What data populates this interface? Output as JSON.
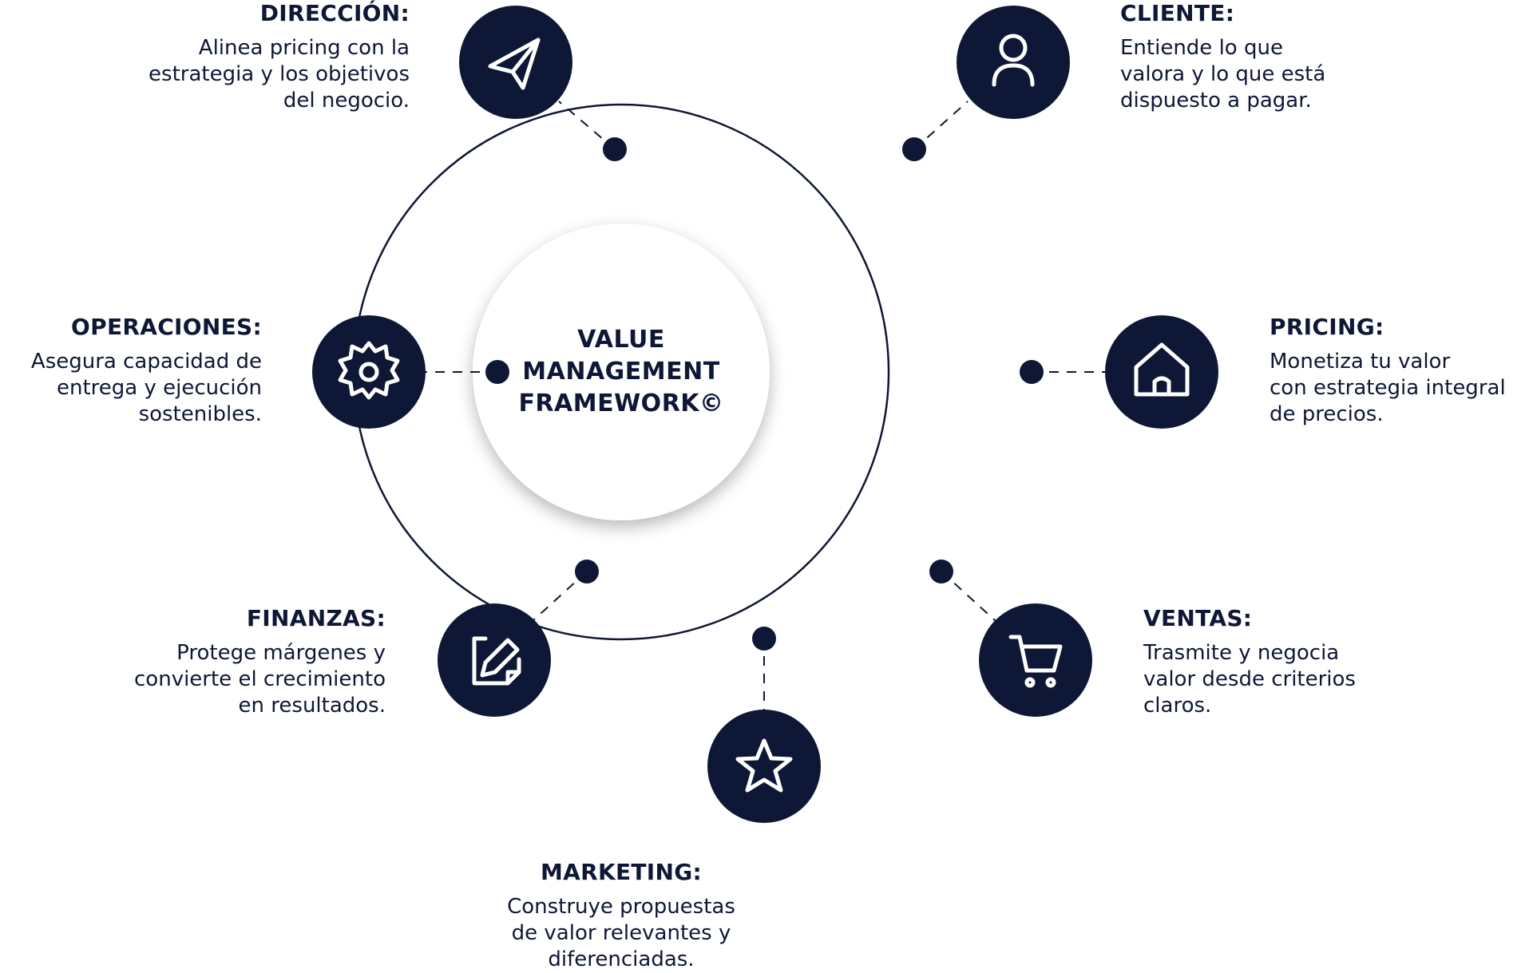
{
  "framework": {
    "title_lines": [
      "VALUE",
      "MANAGEMENT",
      "FRAMEWORK©"
    ]
  },
  "colors": {
    "navy": "#0e1735",
    "ring_fill": "#ffffff",
    "icon_stroke": "#ffffff"
  },
  "nodes": [
    {
      "id": "direccion",
      "heading": "DIRECCIÓN:",
      "lines": [
        "Alinea pricing con la",
        "estrategia y los objetivos",
        "del negocio."
      ],
      "icon": "paper-plane-icon"
    },
    {
      "id": "cliente",
      "heading": "CLIENTE:",
      "lines": [
        "Entiende lo que",
        "valora y lo que está",
        "dispuesto a pagar."
      ],
      "icon": "user-icon"
    },
    {
      "id": "operaciones",
      "heading": "OPERACIONES:",
      "lines": [
        "Asegura capacidad de",
        "entrega y ejecución",
        "sostenibles."
      ],
      "icon": "gear-icon"
    },
    {
      "id": "pricing",
      "heading": "PRICING:",
      "lines": [
        "Monetiza tu valor",
        "con estrategia integral",
        "de precios."
      ],
      "icon": "home-icon"
    },
    {
      "id": "finanzas",
      "heading": "FINANZAS:",
      "lines": [
        "Protege márgenes y",
        "convierte el crecimiento",
        "en resultados."
      ],
      "icon": "edit-icon"
    },
    {
      "id": "ventas",
      "heading": "VENTAS:",
      "lines": [
        "Trasmite y negocia",
        "valor desde criterios",
        "claros."
      ],
      "icon": "cart-icon"
    },
    {
      "id": "marketing",
      "heading": "MARKETING:",
      "lines": [
        "Construye propuestas",
        "de valor relevantes y",
        "diferenciadas."
      ],
      "icon": "star-icon"
    }
  ]
}
